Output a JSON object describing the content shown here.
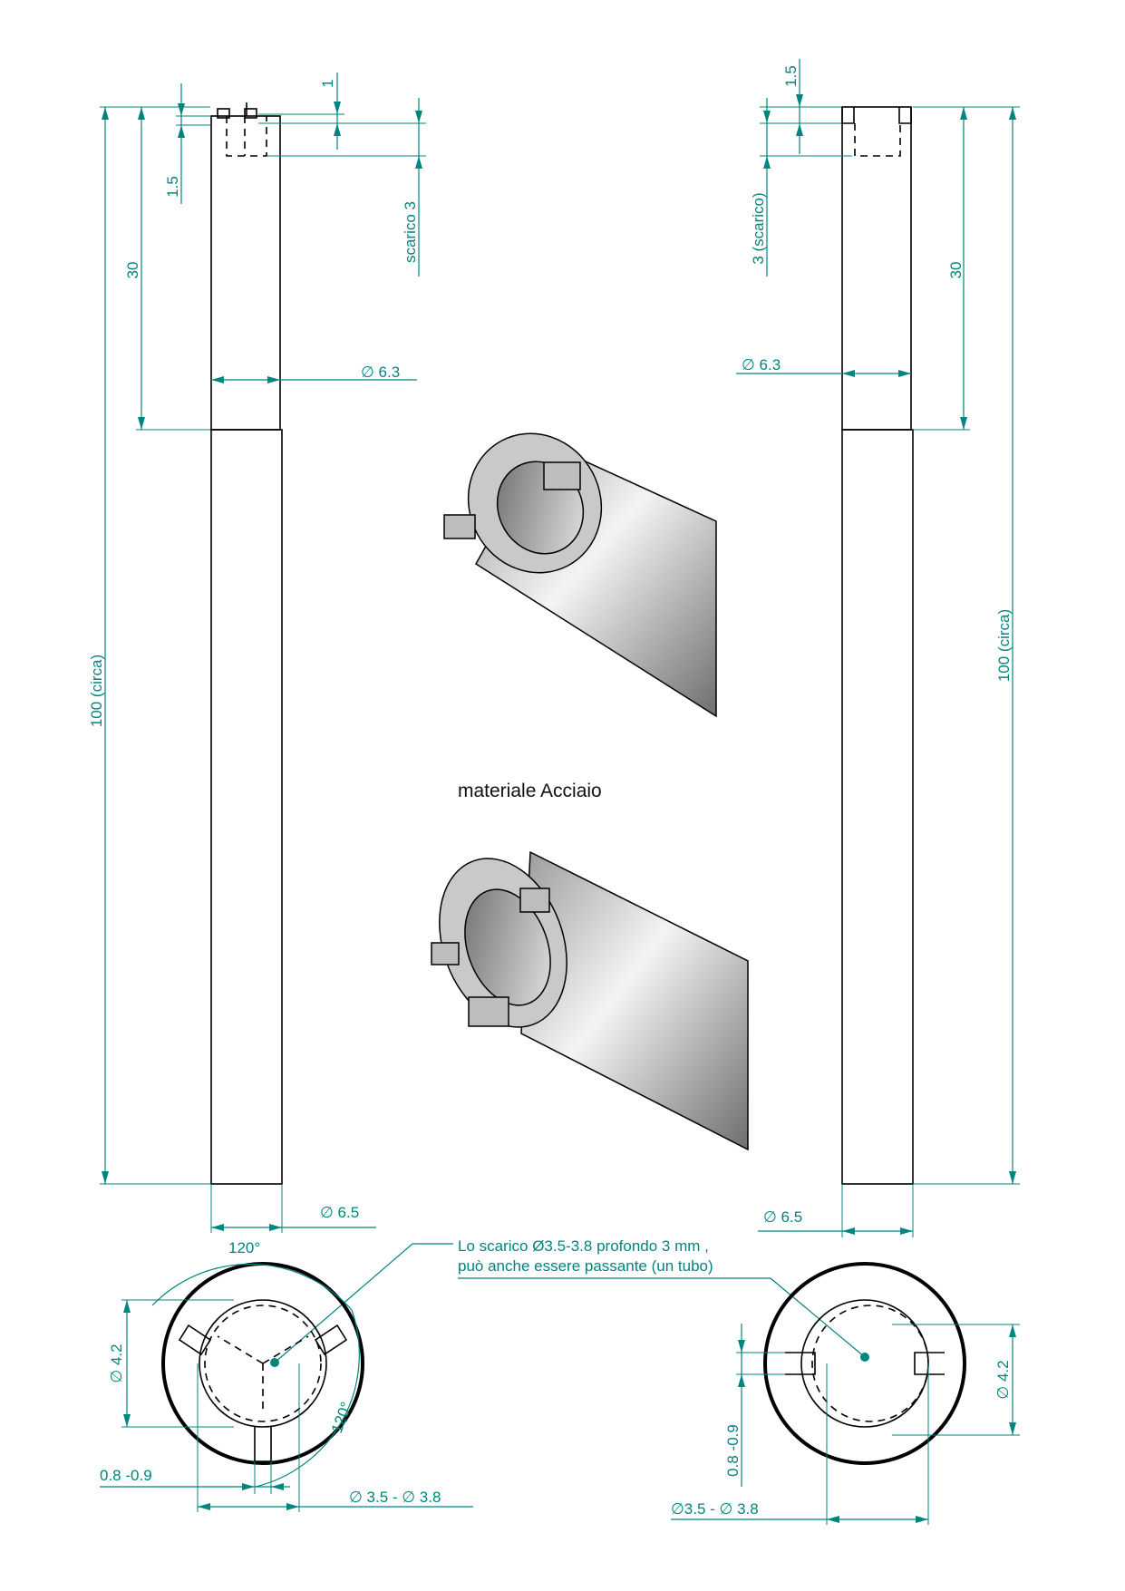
{
  "material": "materiale Acciaio",
  "note": {
    "line1": "Lo scarico Ø3.5-3.8 profondo 3 mm ,",
    "line2": "può anche essere passante (un tubo)"
  },
  "left_view": {
    "dim_1": "1",
    "dim_1_5": "1.5",
    "dim_scarico": "scarico 3",
    "dim_30": "30",
    "dim_100": "100 (circa)",
    "dim_d63": "∅ 6.3",
    "dim_d65": "∅ 6.5"
  },
  "right_view": {
    "dim_1_5": "1.5",
    "dim_scarico": "3 (scarico)",
    "dim_30": "30",
    "dim_100": "100 (circa)",
    "dim_d63": "∅ 6.3",
    "dim_d65": "∅ 6.5"
  },
  "bottom_left": {
    "angle_top": "120°",
    "angle_side": "120°",
    "dim_d42": "∅ 4.2",
    "dim_slot": "0.8 -0.9",
    "dim_bore": "∅ 3.5 - ∅ 3.8"
  },
  "bottom_right": {
    "dim_d42": "∅ 4.2",
    "dim_slot": "0.8 -0.9",
    "dim_bore": "∅3.5 - ∅ 3.8"
  },
  "colors": {
    "dimension": "#00857f",
    "outline": "#000000"
  }
}
